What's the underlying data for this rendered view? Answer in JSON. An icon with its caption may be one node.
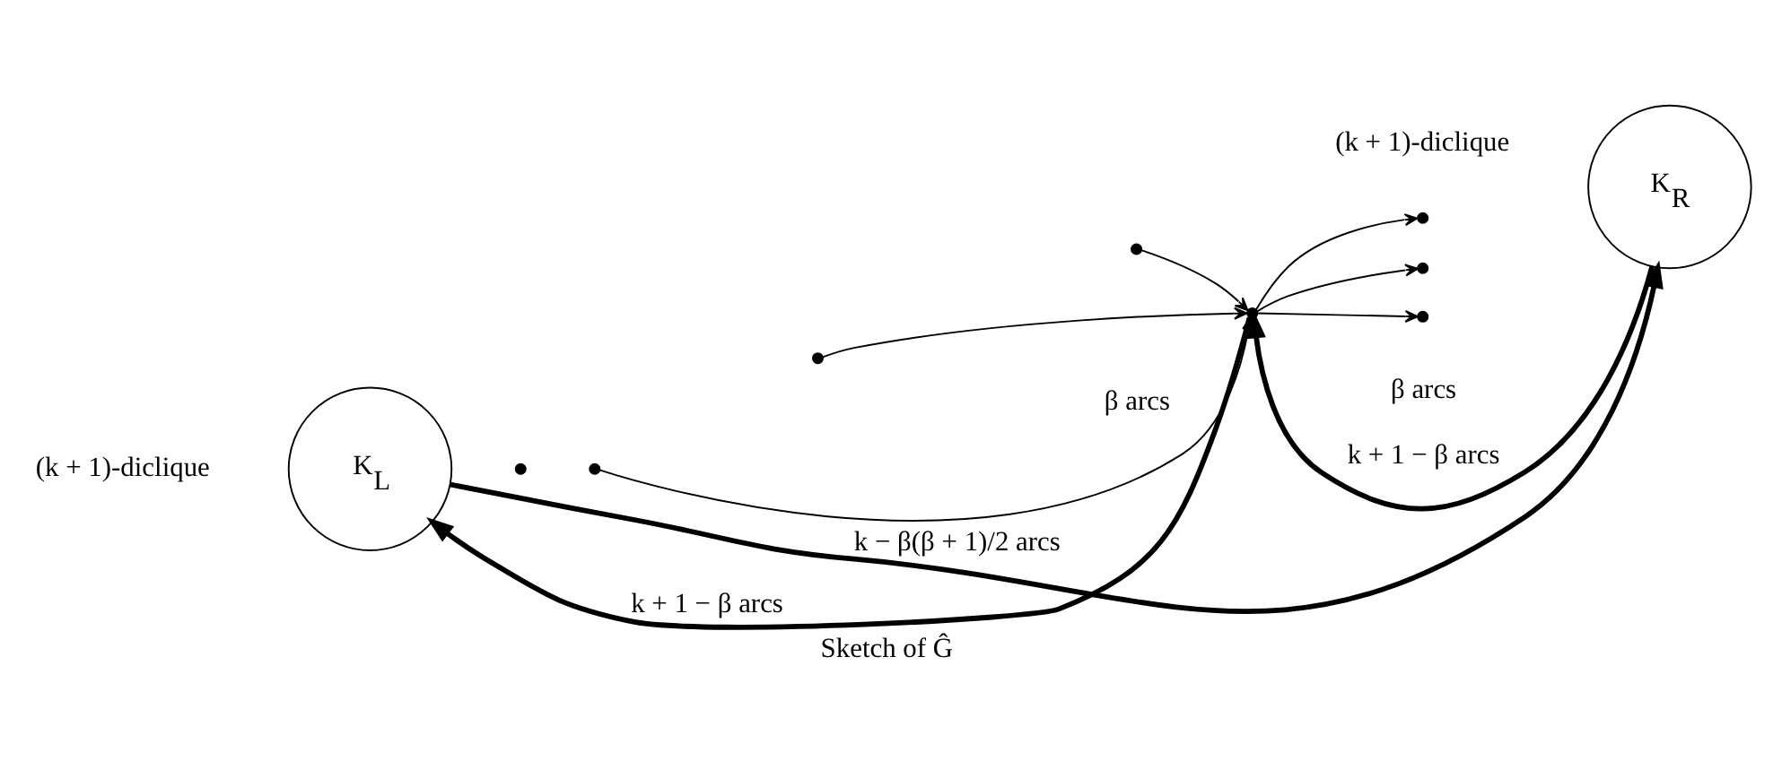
{
  "diagram": {
    "caption": "Sketch of Ĝ",
    "nodes": [
      {
        "text": [
          "K$_{L}$"
        ],
        "beside": [
          "(k + 1)-diclique"
        ]
      },
      {
        "text": [],
        "shape": "dot"
      },
      {
        "text": [],
        "shape": "dot"
      },
      {
        "text": [],
        "shape": "dot"
      },
      {
        "text": [],
        "shape": "dot"
      },
      {
        "text": [],
        "shape": "dot"
      },
      {
        "text": [],
        "shape": "dot"
      },
      {
        "text": [],
        "shape": "dot"
      },
      {
        "text": [],
        "shape": "dot"
      },
      {
        "text": [
          "K$_{R}$"
        ],
        "beside": [
          "(k + 1)-diclique"
        ]
      }
    ],
    "edges": [
      {
        "from": 0,
        "to": 9,
        "arrow": "to",
        "label": "k − β(β + 1)/2 arcs",
        "style": "thick"
      },
      {
        "from": 4,
        "to": 5,
        "arrow": "to"
      },
      {
        "from": 3,
        "to": 5,
        "arrow": "to"
      },
      {
        "from": 2,
        "to": 5,
        "arrow": "to"
      },
      {
        "from": 5,
        "to": 6,
        "arrow": "to"
      },
      {
        "from": 5,
        "to": 7,
        "arrow": "to"
      },
      {
        "from": 5,
        "to": 8,
        "arrow": "to"
      },
      {
        "from": 5,
        "to": 0,
        "arrow": "to",
        "label": "k + 1 − β arcs",
        "style": "thick"
      },
      {
        "from": 9,
        "to": 5,
        "arrow": "to",
        "label": "k + 1 − β arcs",
        "style": "thick"
      }
    ],
    "labels": [
      "β arcs",
      "β arcs"
    ]
  }
}
